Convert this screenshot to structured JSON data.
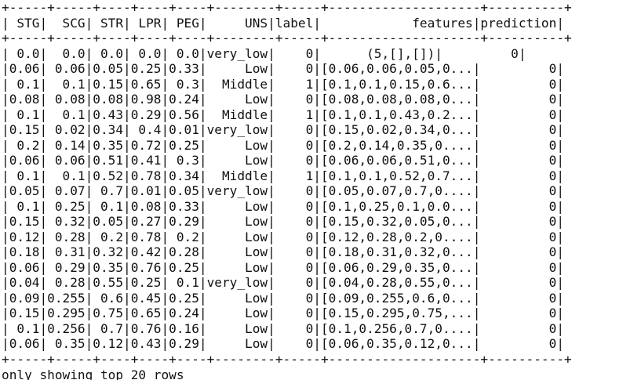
{
  "output": {
    "border_top": "+-----+-----+----+----+----+--------+-----+--------------------+----------+",
    "header_line": "| STG|  SCG| STR| LPR| PEG|     UNS|label|            features|prediction|",
    "border_mid": "+-----+-----+----+----+----+--------+-----+--------------------+----------+",
    "rows": [
      "| 0.0|  0.0| 0.0| 0.0| 0.0|very_low|    0|      (5,[],[])|         0|",
      "|0.06| 0.06|0.05|0.25|0.33|     Low|    0|[0.06,0.06,0.05,0...|         0|",
      "| 0.1|  0.1|0.15|0.65| 0.3|  Middle|    1|[0.1,0.1,0.15,0.6...|         0|",
      "|0.08| 0.08|0.08|0.98|0.24|     Low|    0|[0.08,0.08,0.08,0...|         0|",
      "| 0.1|  0.1|0.43|0.29|0.56|  Middle|    1|[0.1,0.1,0.43,0.2...|         0|",
      "|0.15| 0.02|0.34| 0.4|0.01|very_low|    0|[0.15,0.02,0.34,0...|         0|",
      "| 0.2| 0.14|0.35|0.72|0.25|     Low|    0|[0.2,0.14,0.35,0....|         0|",
      "|0.06| 0.06|0.51|0.41| 0.3|     Low|    0|[0.06,0.06,0.51,0...|         0|",
      "| 0.1|  0.1|0.52|0.78|0.34|  Middle|    1|[0.1,0.1,0.52,0.7...|         0|",
      "|0.05| 0.07| 0.7|0.01|0.05|very_low|    0|[0.05,0.07,0.7,0....|         0|",
      "| 0.1| 0.25| 0.1|0.08|0.33|     Low|    0|[0.1,0.25,0.1,0.0...|         0|",
      "|0.15| 0.32|0.05|0.27|0.29|     Low|    0|[0.15,0.32,0.05,0...|         0|",
      "|0.12| 0.28| 0.2|0.78| 0.2|     Low|    0|[0.12,0.28,0.2,0....|         0|",
      "|0.18| 0.31|0.32|0.42|0.28|     Low|    0|[0.18,0.31,0.32,0...|         0|",
      "|0.06| 0.29|0.35|0.76|0.25|     Low|    0|[0.06,0.29,0.35,0...|         0|",
      "|0.04| 0.28|0.55|0.25| 0.1|very_low|    0|[0.04,0.28,0.55,0...|         0|",
      "|0.09|0.255| 0.6|0.45|0.25|     Low|    0|[0.09,0.255,0.6,0...|         0|",
      "|0.15|0.295|0.75|0.65|0.24|     Low|    0|[0.15,0.295,0.75,...|         0|",
      "| 0.1|0.256| 0.7|0.76|0.16|     Low|    0|[0.1,0.256,0.7,0....|         0|",
      "|0.06| 0.35|0.12|0.43|0.29|     Low|    0|[0.06,0.35,0.12,0...|         0|"
    ],
    "border_bottom": "+-----+-----+----+----+----+--------+-----+--------------------+----------+",
    "footer": "only showing top 20 rows"
  }
}
